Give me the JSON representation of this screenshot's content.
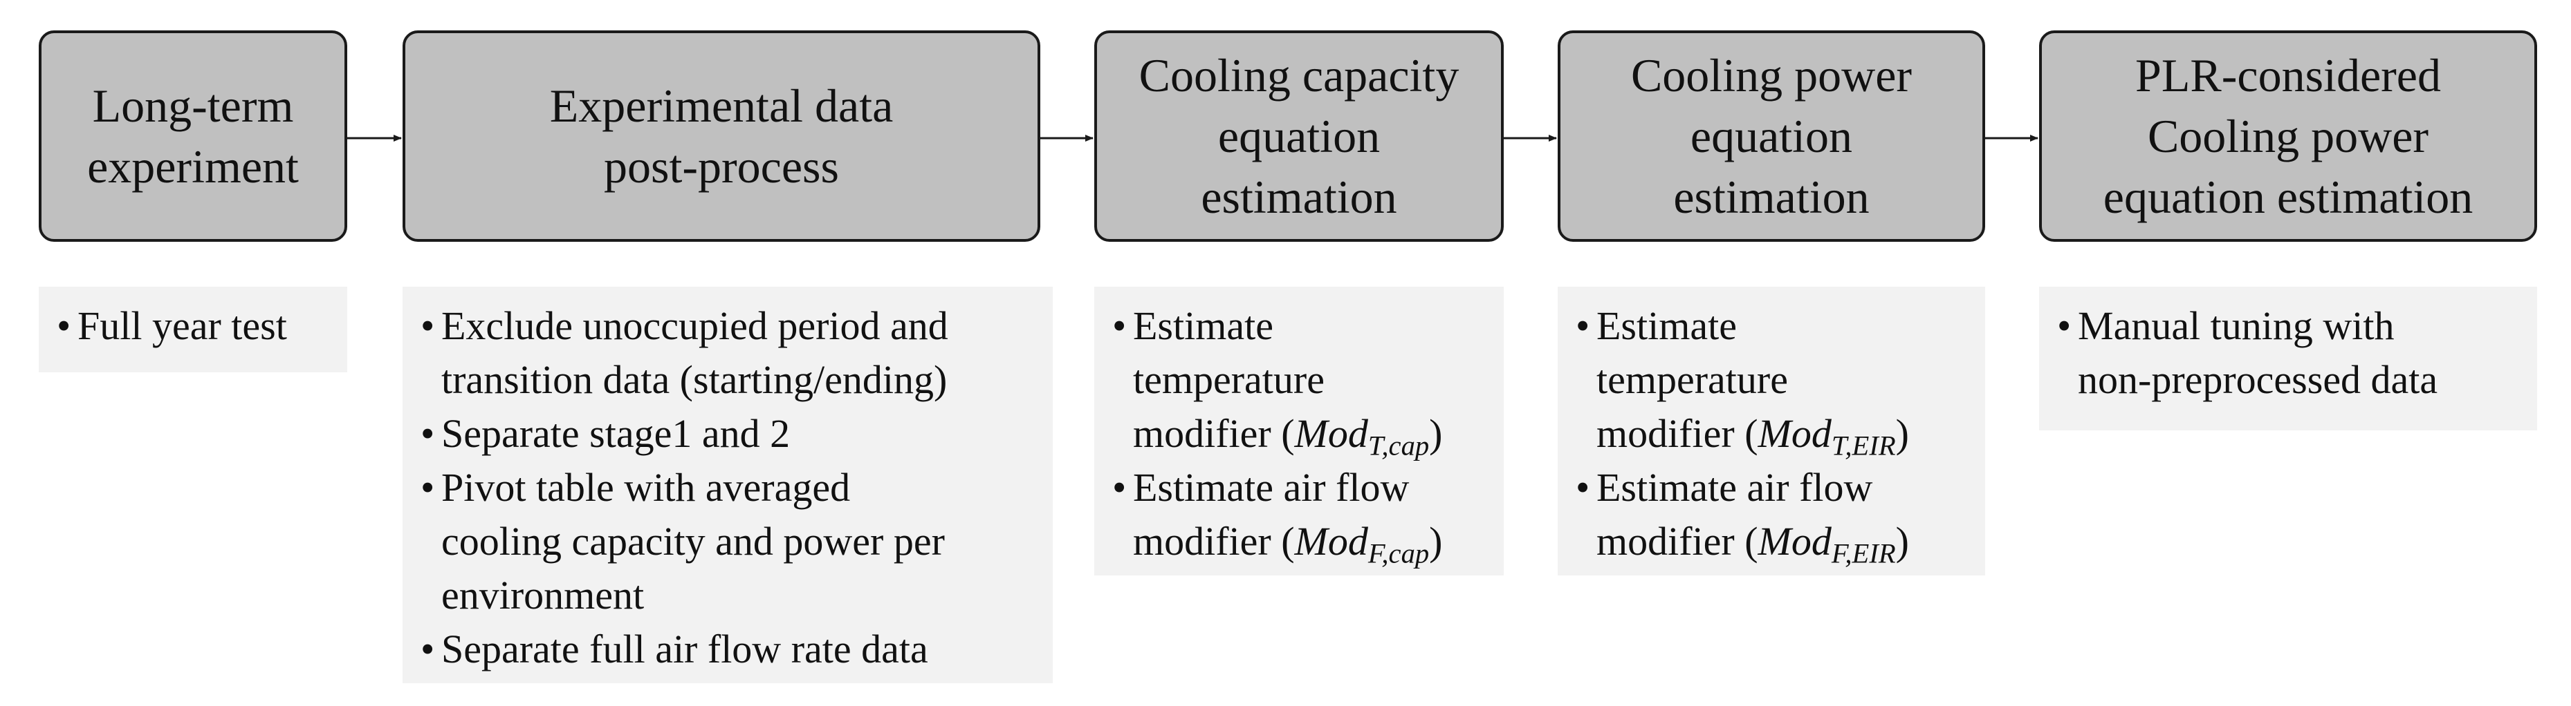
{
  "stages": [
    {
      "title_lines": [
        "Long-term",
        "experiment"
      ],
      "details": [
        {
          "lines": [
            "Full year test"
          ]
        }
      ]
    },
    {
      "title_lines": [
        "Experimental data",
        "post-process"
      ],
      "details": [
        {
          "lines": [
            "Exclude unoccupied period and",
            "transition data (starting/ending)"
          ]
        },
        {
          "lines": [
            "Separate stage1 and 2"
          ]
        },
        {
          "lines": [
            "Pivot table with averaged",
            "cooling capacity and power per",
            "environment"
          ]
        },
        {
          "lines": [
            "Separate full air flow rate data"
          ]
        }
      ]
    },
    {
      "title_lines": [
        "Cooling capacity",
        "equation",
        "estimation"
      ],
      "details": [
        {
          "lines": [
            "Estimate",
            "temperature"
          ],
          "last_prefix": "modifier (",
          "symbol": "Mod",
          "subscript": "T,cap",
          "suffix": ")"
        },
        {
          "lines": [
            "Estimate air flow"
          ],
          "last_prefix": "modifier (",
          "symbol": "Mod",
          "subscript": "F,cap",
          "suffix": ")"
        }
      ]
    },
    {
      "title_lines": [
        "Cooling power",
        "equation",
        "estimation"
      ],
      "details": [
        {
          "lines": [
            "Estimate",
            "temperature"
          ],
          "last_prefix": "modifier (",
          "symbol": "Mod",
          "subscript": "T,EIR",
          "suffix": ")"
        },
        {
          "lines": [
            "Estimate air flow"
          ],
          "last_prefix": "modifier (",
          "symbol": "Mod",
          "subscript": "F,EIR",
          "suffix": ")"
        }
      ]
    },
    {
      "title_lines": [
        "PLR-considered",
        "Cooling power",
        "equation estimation"
      ],
      "details": [
        {
          "lines": [
            "Manual tuning with",
            "non-preprocessed data"
          ]
        }
      ]
    }
  ],
  "bullet_char": "•",
  "colors": {
    "box_fill": "#c0c0c0",
    "box_border": "#1a1a1a",
    "panel_fill": "#f2f2f2",
    "arrow": "#1a1a1a"
  }
}
